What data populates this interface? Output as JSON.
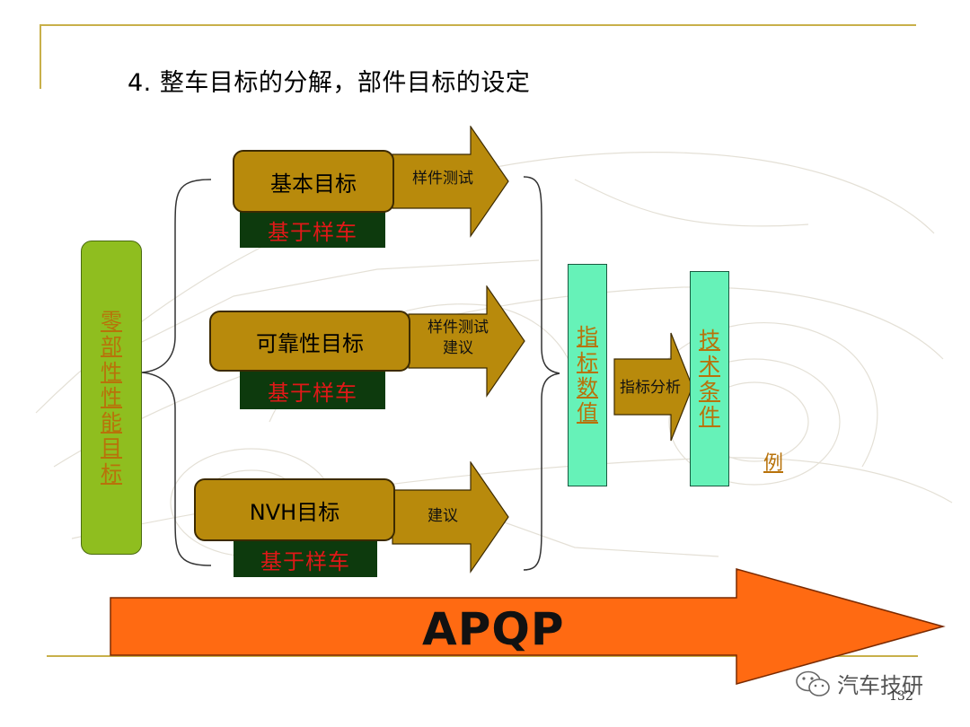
{
  "title": "4. 整车目标的分解，部件目标的设定",
  "left_box": {
    "chars": [
      "零",
      "部",
      "性",
      "性",
      "能",
      "目",
      "标"
    ]
  },
  "goals": [
    {
      "label": "基本目标",
      "base": "基于样车",
      "arrow": "样件测试"
    },
    {
      "label": "可靠性目标",
      "base": "基于样车",
      "arrow": "样件测试\n建议"
    },
    {
      "label": "NVH目标",
      "base": "基于样车",
      "arrow": "建议"
    }
  ],
  "metric_box": {
    "chars": [
      "指",
      "标",
      "数",
      "值"
    ]
  },
  "analysis_arrow": "指标分析",
  "tech_box": {
    "chars": [
      "技",
      "术",
      "条",
      "件"
    ]
  },
  "example": "例",
  "apqp": "APQP",
  "page_number": "132",
  "watermark": "汽车技研",
  "colors": {
    "goal_fill": "#b88a0c",
    "base_fill": "#0d3a0d",
    "base_text": "#e01818",
    "left_fill": "#8fbe1f",
    "cyan_fill": "#66f2b8",
    "link_text": "#b8720a",
    "apqp_fill": "#ff6a12"
  }
}
